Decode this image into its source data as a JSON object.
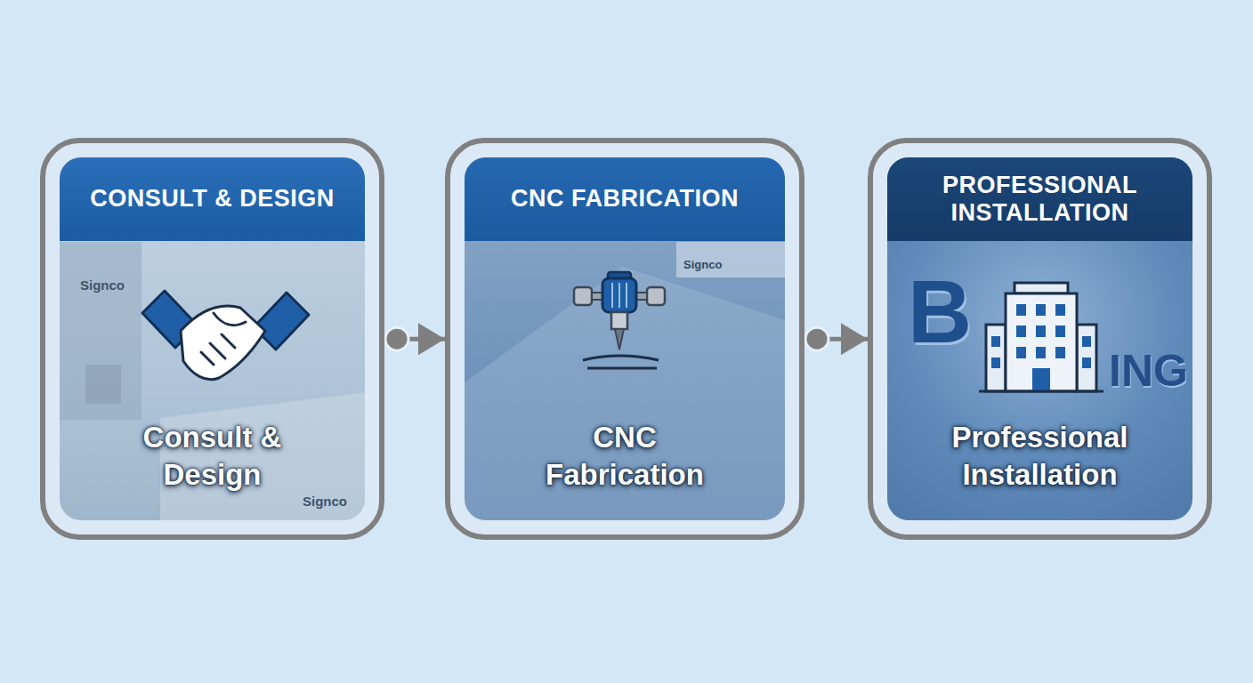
{
  "diagram": {
    "nodes": [
      {
        "text": [
          "CONSULT & DESIGN",
          "Consult & Design"
        ]
      },
      {
        "text": [
          "CNC FABRICATION",
          "CNC Fabrication"
        ]
      },
      {
        "text": [
          "PROFESSIONAL INSTALLATION",
          "Professional Installation"
        ]
      }
    ],
    "edges": [
      {
        "from": 0,
        "to": 1,
        "arrow": "to"
      },
      {
        "from": 1,
        "to": 2,
        "arrow": "to"
      }
    ],
    "labels": [
      "Signco",
      "Signco",
      "Signco",
      "B",
      "ING"
    ]
  }
}
